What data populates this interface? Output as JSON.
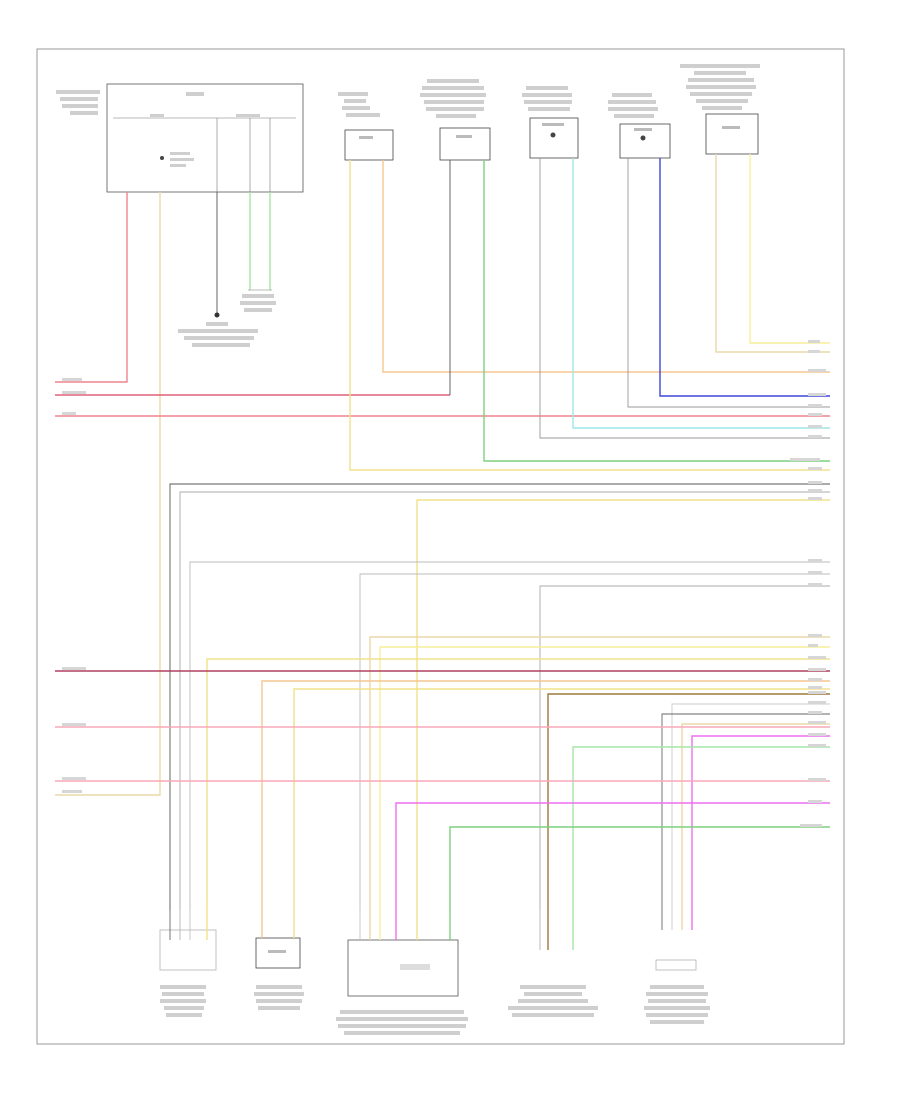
{
  "diagram": {
    "footer_code": "",
    "colors": {
      "red": "#f0838e",
      "pink": "#f7a9b8",
      "yellow": "#f1e28a",
      "tan": "#ecd9a8",
      "orange": "#f5c692",
      "brown": "#9a7a3a",
      "black": "#555555",
      "gray": "#bdbdbd",
      "green": "#7fd17f",
      "lightgreen": "#a6e6a6",
      "cyan": "#9fe6e6",
      "blue": "#3e46d8",
      "violet": "#ee6ef0",
      "white": "#d8d8d8"
    },
    "components": [
      {
        "id": "instrument-cluster",
        "label": ""
      },
      {
        "id": "sensor-1",
        "label": ""
      },
      {
        "id": "sensor-2",
        "label": ""
      },
      {
        "id": "sensor-3",
        "label": ""
      },
      {
        "id": "sensor-4",
        "label": ""
      },
      {
        "id": "sensor-5",
        "label": ""
      },
      {
        "id": "ground-g1",
        "label": ""
      },
      {
        "id": "ground-g2",
        "label": ""
      },
      {
        "id": "bottom-component-1",
        "label": ""
      },
      {
        "id": "bottom-component-2",
        "label": ""
      },
      {
        "id": "bottom-module",
        "label": ""
      },
      {
        "id": "bottom-component-4",
        "label": ""
      },
      {
        "id": "bottom-component-5",
        "label": ""
      }
    ]
  }
}
